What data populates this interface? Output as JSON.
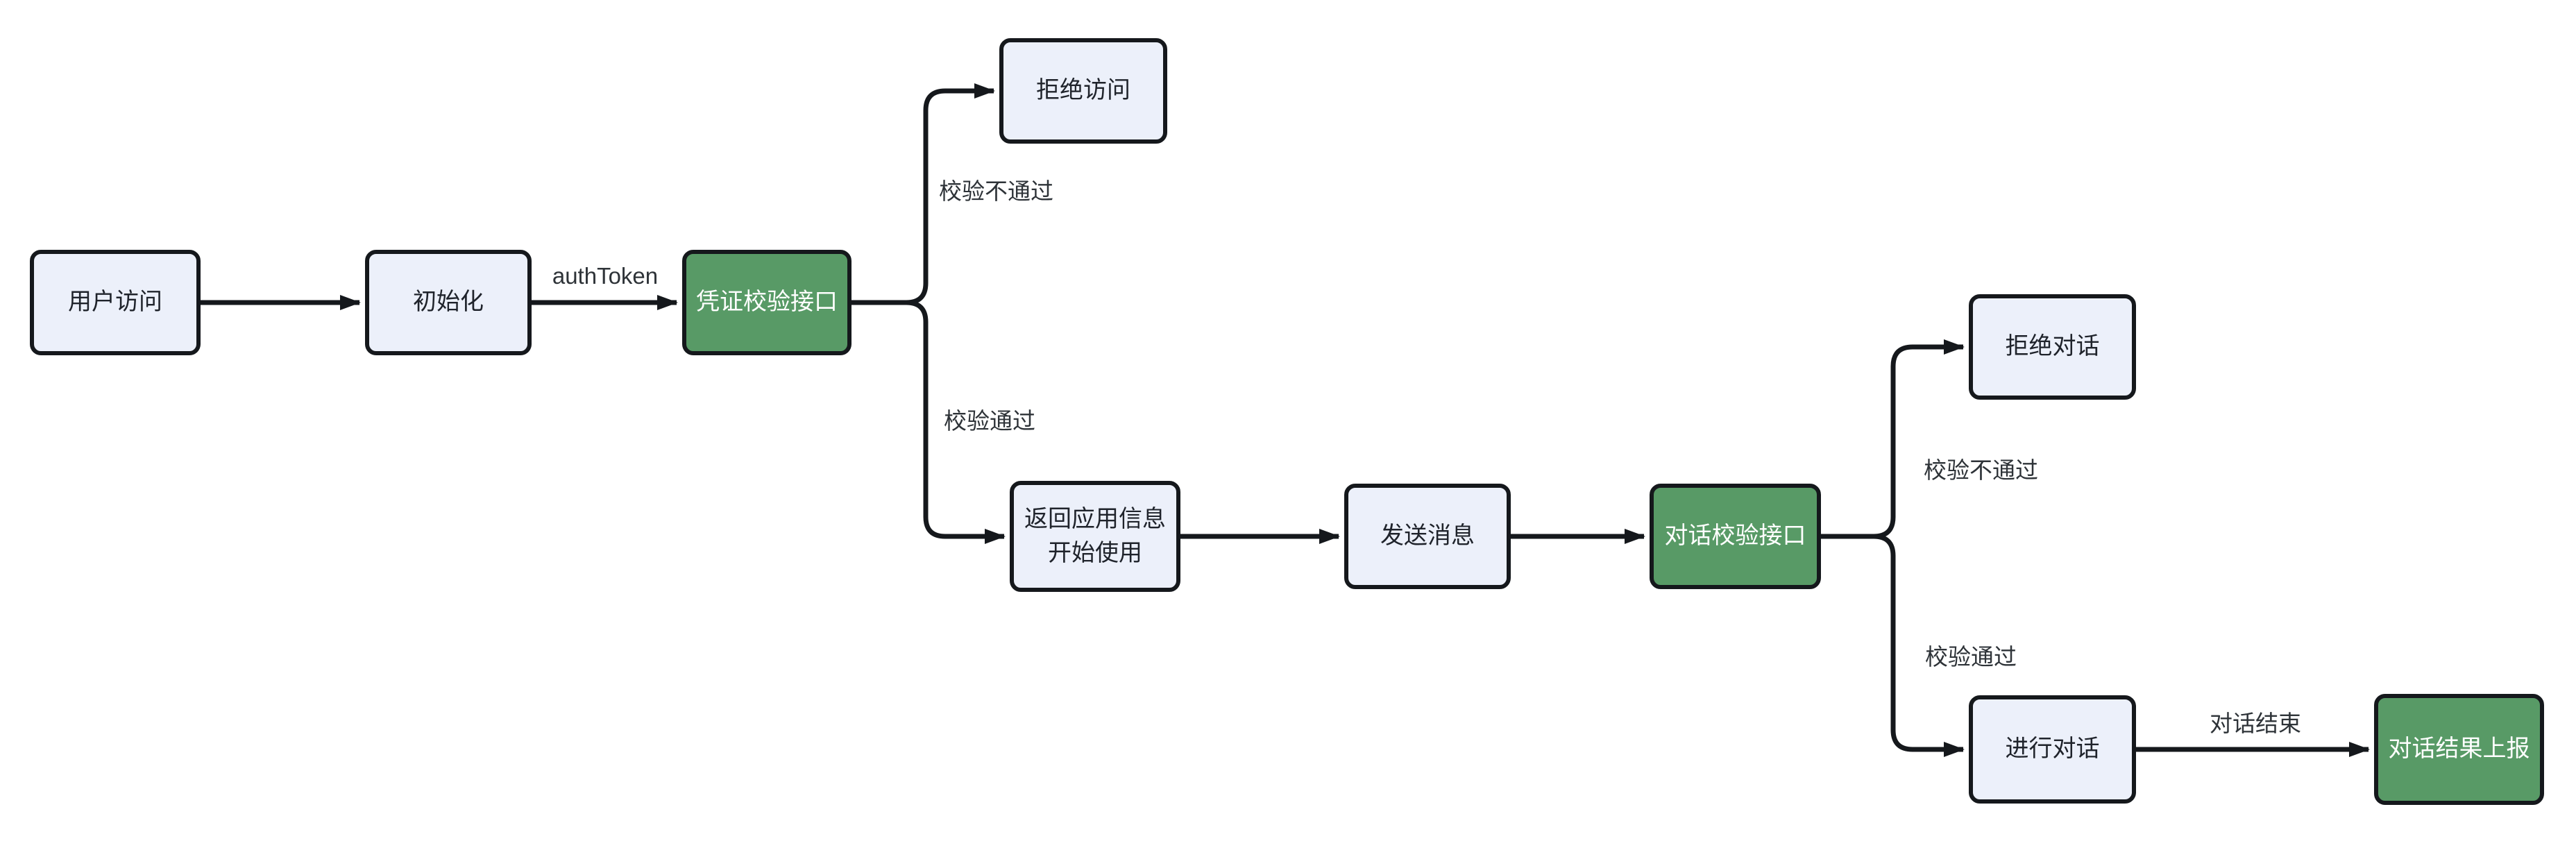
{
  "diagram": {
    "type": "flowchart",
    "direction": "left-to-right",
    "background_color": "#FFFFFF",
    "colors": {
      "node_fill": "#ECF0FA",
      "node_border": "#15181C",
      "node_text": "#1F232B",
      "highlight_fill": "#589A66",
      "highlight_text": "#FFFFFF",
      "edge_stroke": "#15181C",
      "edge_label_text": "#2E3338"
    },
    "nodes": [
      {
        "id": "user_access",
        "label": "用户访问",
        "style": "default"
      },
      {
        "id": "init",
        "label": "初始化",
        "style": "default"
      },
      {
        "id": "cred_check",
        "label": "凭证校验接口",
        "style": "highlight"
      },
      {
        "id": "deny_access",
        "label": "拒绝访问",
        "style": "default"
      },
      {
        "id": "return_info",
        "label": "返回应用信息\n开始使用",
        "style": "default"
      },
      {
        "id": "send_msg",
        "label": "发送消息",
        "style": "default"
      },
      {
        "id": "dialog_check",
        "label": "对话校验接口",
        "style": "highlight"
      },
      {
        "id": "deny_dialog",
        "label": "拒绝对话",
        "style": "default"
      },
      {
        "id": "do_dialog",
        "label": "进行对话",
        "style": "default"
      },
      {
        "id": "report",
        "label": "对话结果上报",
        "style": "highlight"
      }
    ],
    "edges": [
      {
        "id": "e1",
        "from": "user_access",
        "to": "init",
        "label": ""
      },
      {
        "id": "e2",
        "from": "init",
        "to": "cred_check",
        "label": "authToken"
      },
      {
        "id": "e3",
        "from": "cred_check",
        "to": "deny_access",
        "label": "校验不通过"
      },
      {
        "id": "e4",
        "from": "cred_check",
        "to": "return_info",
        "label": "校验通过"
      },
      {
        "id": "e5",
        "from": "return_info",
        "to": "send_msg",
        "label": ""
      },
      {
        "id": "e6",
        "from": "send_msg",
        "to": "dialog_check",
        "label": ""
      },
      {
        "id": "e7",
        "from": "dialog_check",
        "to": "deny_dialog",
        "label": "校验不通过"
      },
      {
        "id": "e8",
        "from": "dialog_check",
        "to": "do_dialog",
        "label": "校验通过"
      },
      {
        "id": "e9",
        "from": "do_dialog",
        "to": "report",
        "label": "对话结束"
      }
    ]
  }
}
